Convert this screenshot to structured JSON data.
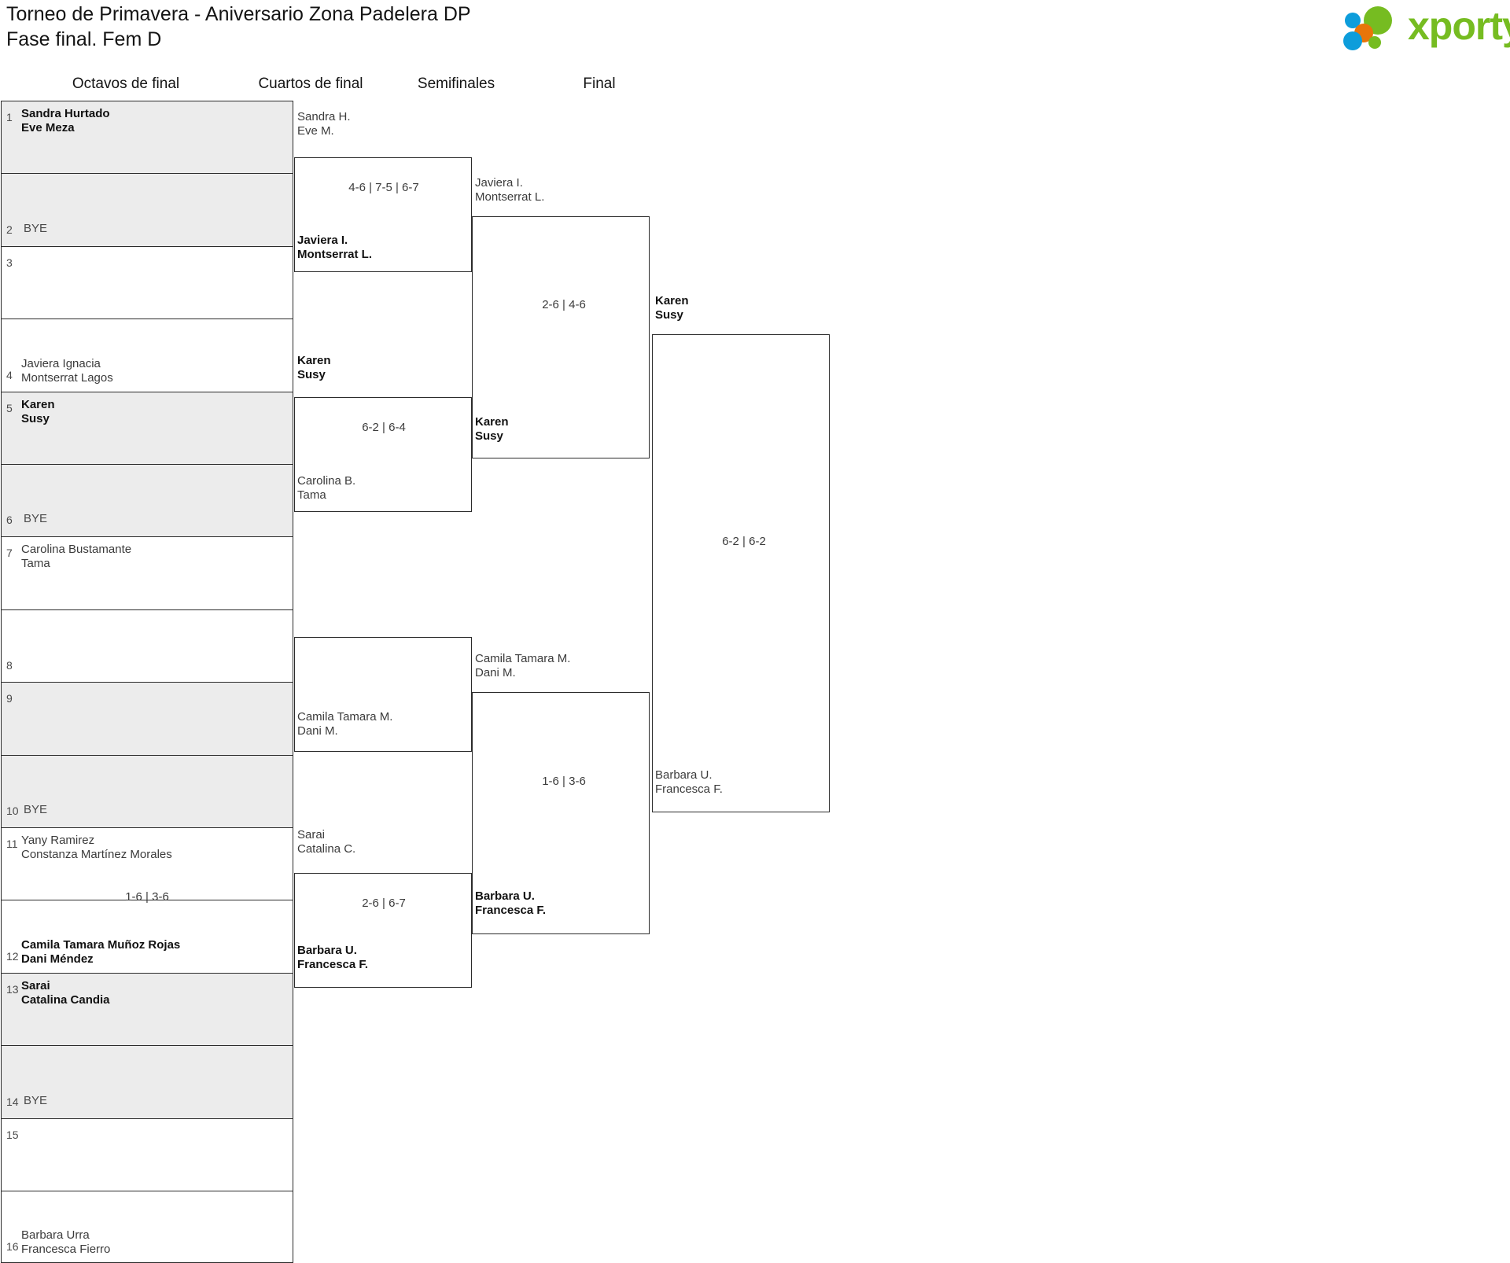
{
  "header": {
    "title_line1": "Torneo de Primavera - Aniversario Zona Padelera DP",
    "title_line2": "Fase final. Fem D",
    "logo_text": "xporty",
    "logo_colors": {
      "green": "#76bc21",
      "blue": "#0d9ddb",
      "orange": "#e8750a"
    }
  },
  "rounds": [
    {
      "label": "Octavos de final"
    },
    {
      "label": "Cuartos de final"
    },
    {
      "label": "Semifinales"
    },
    {
      "label": "Final"
    }
  ],
  "bracket": {
    "round16": {
      "slots": [
        {
          "seed": "1",
          "line1": "Sandra Hurtado",
          "line2": "Eve Meza",
          "winner": true,
          "bye": false,
          "shaded": true
        },
        {
          "seed": "2",
          "line1": "BYE",
          "line2": "",
          "winner": false,
          "bye": true,
          "shaded": true
        },
        {
          "seed": "3",
          "line1": "",
          "line2": "",
          "winner": false,
          "bye": false,
          "shaded": false
        },
        {
          "seed": "4",
          "line1": "Javiera Ignacia",
          "line2": "Montserrat Lagos",
          "winner": false,
          "bye": false,
          "shaded": false
        },
        {
          "seed": "5",
          "line1": "Karen",
          "line2": "Susy",
          "winner": true,
          "bye": false,
          "shaded": true
        },
        {
          "seed": "6",
          "line1": "BYE",
          "line2": "",
          "winner": false,
          "bye": true,
          "shaded": true
        },
        {
          "seed": "7",
          "line1": "Carolina Bustamante",
          "line2": "Tama",
          "winner": false,
          "bye": false,
          "shaded": false
        },
        {
          "seed": "8",
          "line1": "",
          "line2": "",
          "winner": false,
          "bye": false,
          "shaded": false
        },
        {
          "seed": "9",
          "line1": "",
          "line2": "",
          "winner": false,
          "bye": false,
          "shaded": true
        },
        {
          "seed": "10",
          "line1": "BYE",
          "line2": "",
          "winner": false,
          "bye": true,
          "shaded": true
        },
        {
          "seed": "11",
          "line1": "Yany Ramirez",
          "line2": "Constanza Martínez Morales",
          "winner": false,
          "bye": false,
          "shaded": false
        },
        {
          "seed": "12",
          "line1": "Camila Tamara Muñoz Rojas",
          "line2": "Dani Méndez",
          "winner": true,
          "bye": false,
          "shaded": false
        },
        {
          "seed": "13",
          "line1": "Sarai",
          "line2": "Catalina Candia",
          "winner": true,
          "bye": false,
          "shaded": true
        },
        {
          "seed": "14",
          "line1": "BYE",
          "line2": "",
          "winner": false,
          "bye": true,
          "shaded": true
        },
        {
          "seed": "15",
          "line1": "",
          "line2": "",
          "winner": false,
          "bye": false,
          "shaded": false
        },
        {
          "seed": "16",
          "line1": "Barbara Urra",
          "line2": "Francesca Fierro",
          "winner": false,
          "bye": false,
          "shaded": false
        }
      ],
      "scores": [
        "",
        "",
        "",
        "",
        "",
        "1-6 | 3-6",
        "",
        ""
      ]
    },
    "quarters": {
      "entries": [
        {
          "line1": "Sandra H.",
          "line2": "Eve M.",
          "winner": false
        },
        {
          "line1": "Javiera I.",
          "line2": "Montserrat L.",
          "winner": true
        },
        {
          "line1": "Karen",
          "line2": "Susy",
          "winner": true
        },
        {
          "line1": "Carolina B.",
          "line2": "Tama",
          "winner": false
        },
        {
          "line1": "Camila Tamara M.",
          "line2": "Dani M.",
          "winner": false
        },
        {
          "line1": "Sarai",
          "line2": "Catalina C.",
          "winner": false
        },
        {
          "line1": "Barbara U.",
          "line2": "Francesca F.",
          "winner": true
        }
      ],
      "scores": [
        "4-6 | 7-5 | 6-7",
        "6-2 | 6-4",
        "",
        "2-6 | 6-7"
      ]
    },
    "semis": {
      "entries": [
        {
          "line1": "Javiera I.",
          "line2": "Montserrat L.",
          "winner": false
        },
        {
          "line1": "Karen",
          "line2": "Susy",
          "winner": true
        },
        {
          "line1": "Camila Tamara M.",
          "line2": "Dani M.",
          "winner": false
        },
        {
          "line1": "Barbara U.",
          "line2": "Francesca F.",
          "winner": true
        }
      ],
      "scores": [
        "2-6 | 4-6",
        "1-6 | 3-6"
      ]
    },
    "final": {
      "entries": [
        {
          "line1": "Karen",
          "line2": "Susy",
          "winner": true
        },
        {
          "line1": "Barbara U.",
          "line2": "Francesca F.",
          "winner": false
        }
      ],
      "scores": [
        "6-2 | 6-2"
      ]
    }
  }
}
